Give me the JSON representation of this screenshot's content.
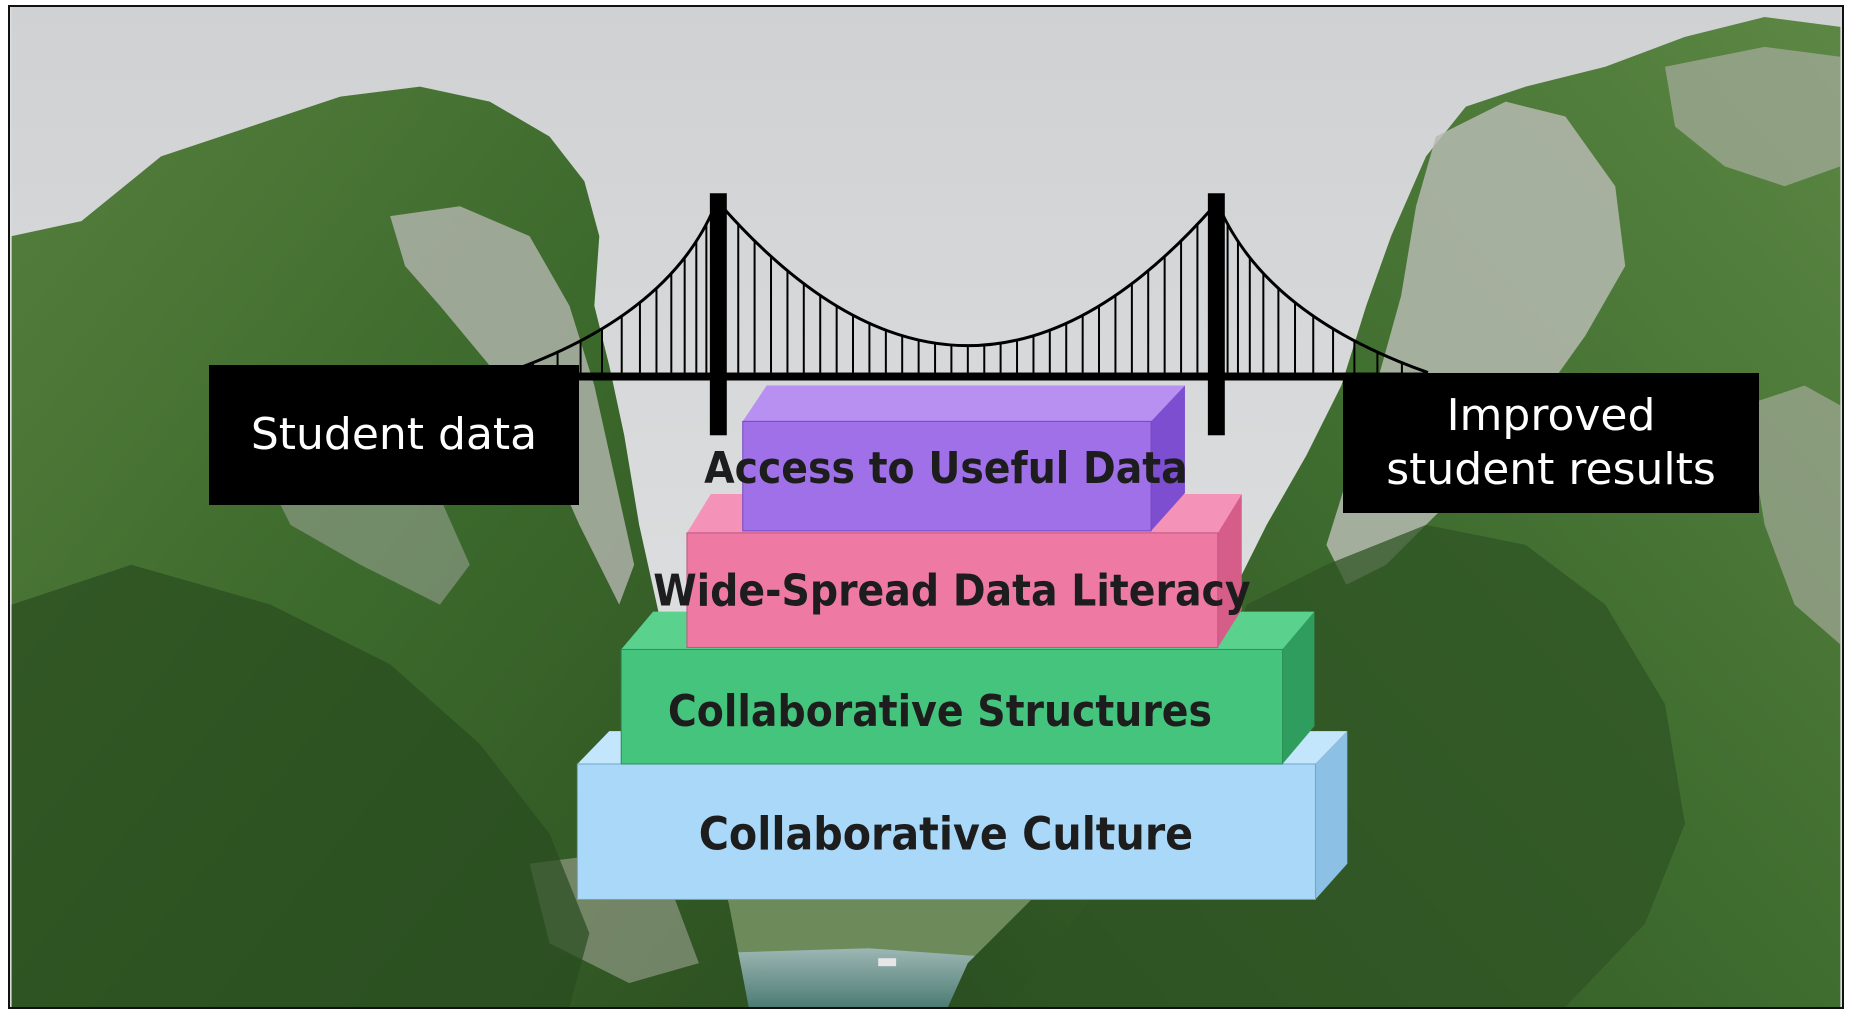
{
  "labels": {
    "left": "Student data",
    "right": "Improved\nstudent results"
  },
  "blocks": [
    {
      "id": "access",
      "label": "Access to Useful Data",
      "color": "#a070e8"
    },
    {
      "id": "literacy",
      "label": "Wide-Spread Data Literacy",
      "color": "#ee7aa4"
    },
    {
      "id": "structures",
      "label": "Collaborative Structures",
      "color": "#44c47c"
    },
    {
      "id": "culture",
      "label": "Collaborative Culture",
      "color": "#aad8f8"
    }
  ],
  "colors": {
    "sky": "#dcdedf",
    "mountain": "#3f6a2e",
    "cliff": "#b4b8b0",
    "river": "#7fa1a6",
    "bridge": "#000000"
  }
}
